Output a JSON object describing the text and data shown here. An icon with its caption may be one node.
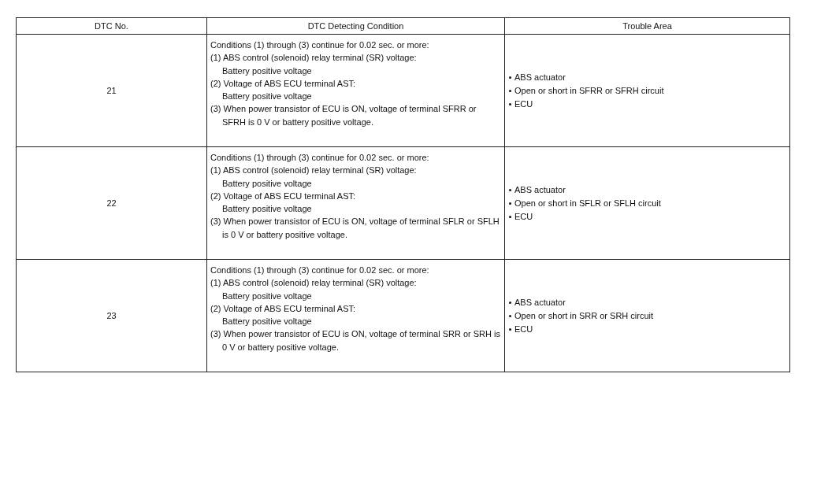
{
  "diagram": {
    "labels": [
      "DTC No.",
      "DTC Detecting Condition",
      "Trouble Area",
      "21",
      "Conditions (1) through (3) continue for 0.02 sec. or more:",
      "(1) ABS control (solenoid) relay terminal (SR) voltage:",
      "Battery positive voltage",
      "(2) Voltage of ABS ECU terminal AST:",
      "Battery positive voltage",
      "(3) When power transistor of ECU is ON, voltage of terminal SFRR or SFRH is 0 V or battery positive voltage.",
      "ABS actuator",
      "Open or short in SFRR or SFRH circuit",
      "ECU",
      "22",
      "Conditions (1) through (3) continue for 0.02 sec. or more:",
      "(1) ABS control (solenoid) relay terminal (SR) voltage:",
      "Battery positive voltage",
      "(2) Voltage of ABS ECU terminal AST:",
      "Battery positive voltage",
      "(3) When power transistor of ECU is ON, voltage of terminal SFLR or SFLH is 0 V or battery positive voltage.",
      "ABS actuator",
      "Open or short in SFLR or SFLH circuit",
      "ECU",
      "23",
      "Conditions (1) through (3) continue for 0.02 sec. or more:",
      "(1) ABS control (solenoid) relay terminal (SR) voltage:",
      "Battery positive voltage",
      "(2) Voltage of ABS ECU terminal AST:",
      "Battery positive voltage",
      "(3) When power transistor of ECU is ON, voltage of terminal SRR or SRH is 0 V or battery positive voltage.",
      "ABS actuator",
      "Open or short in SRR or SRH circuit",
      "ECU"
    ]
  }
}
